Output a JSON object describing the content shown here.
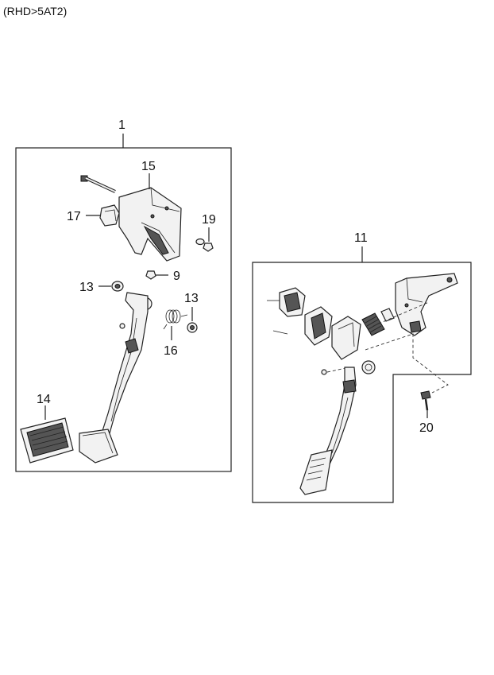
{
  "header": {
    "variant": "(RHD>5AT2)"
  },
  "callouts": {
    "c1": "1",
    "c15": "15",
    "c17": "17",
    "c19": "19",
    "c9": "9",
    "c13a": "13",
    "c13b": "13",
    "c16": "16",
    "c14": "14",
    "c11": "11",
    "c20": "20"
  }
}
